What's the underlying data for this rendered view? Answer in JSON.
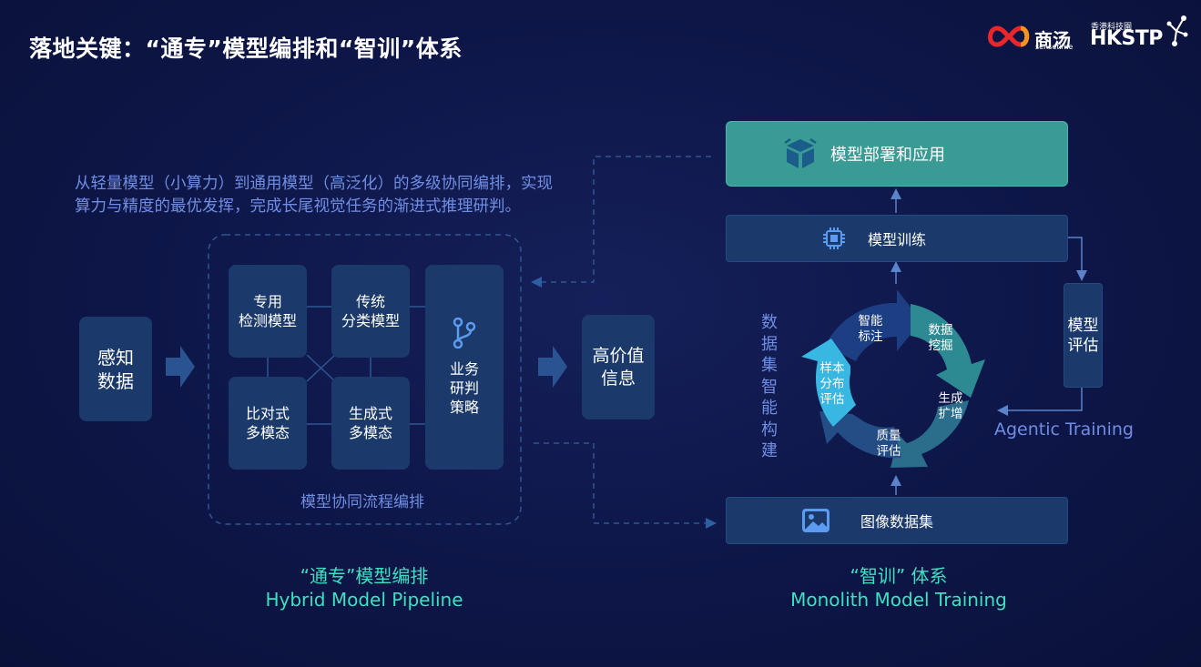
{
  "title": "落地关键：“通专”模型编排和“智训”体系",
  "intro": "从轻量模型（小算力）到通用模型（高泛化）的多级协同编排，实现算力与精度的最优发挥，完成长尾视觉任务的渐进式推理研判。",
  "brand": {
    "sensetime_cn": "商汤",
    "sensetime_en": "sensetime",
    "hkstp_cn": "香港科技園",
    "hkstp_en": "HKSTP"
  },
  "pipeline": {
    "input": "感知\n数据",
    "specialized": "专用\n检测模型",
    "traditional": "传统\n分类模型",
    "contrastive": "比对式\n多模态",
    "generative": "生成式\n多模态",
    "strategy": "业务\n研判\n策略",
    "caption": "模型协同流程编排",
    "output": "高价值\n信息"
  },
  "training": {
    "deploy": "模型部署和应用",
    "train": "模型训练",
    "eval": "模型\n评估",
    "dataset": "图像数据集",
    "cycle_title": "数据集智能构建",
    "cycle": [
      "智能\n标注",
      "数据\n挖掘",
      "生成\n扩增",
      "质量\n评估",
      "样本\n分布\n评估"
    ],
    "agentic": "Agentic Training"
  },
  "bottom": {
    "left_cn": "“通专”模型编排",
    "left_en": "Hybrid Model Pipeline",
    "right_cn": "“智训” 体系",
    "right_en": "Monolith Model Training"
  },
  "colors": {
    "background": "#0d1647",
    "box": "#1b3a6b",
    "deploy": "#3a9b95",
    "accent_text": "#6f8ee3",
    "green_text": "#3de0c0"
  }
}
